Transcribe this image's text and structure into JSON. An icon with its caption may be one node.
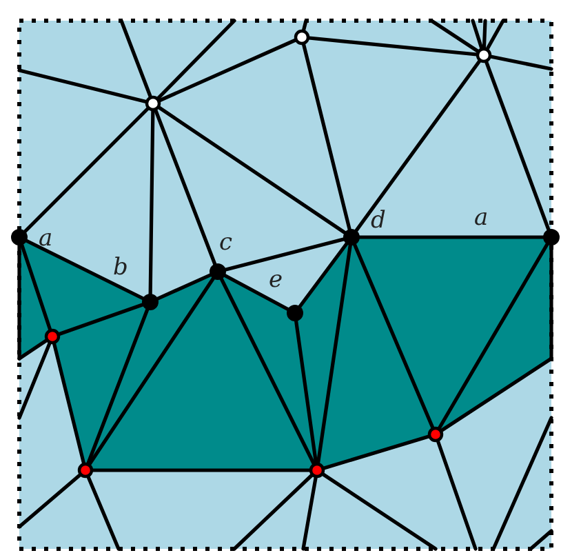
{
  "diagram": {
    "labels": [
      "d",
      "a",
      "a",
      "c",
      "b",
      "e"
    ]
  }
}
